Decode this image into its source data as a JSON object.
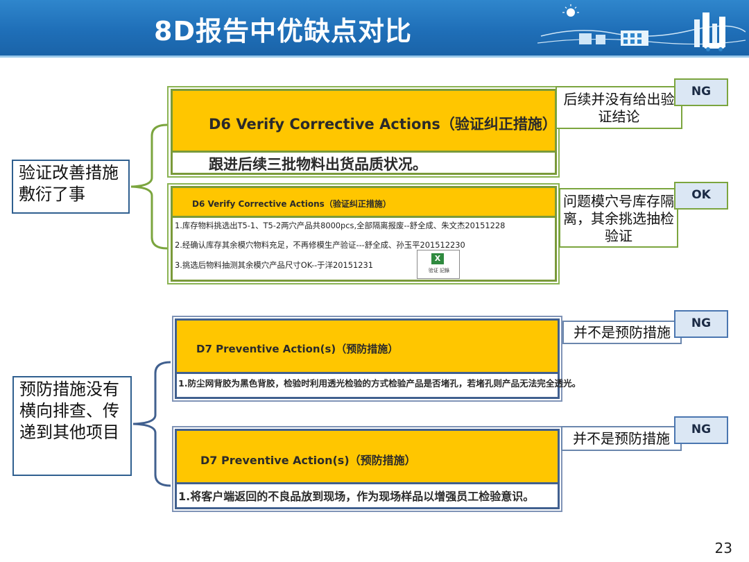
{
  "slide": {
    "title": "8D报告中优缺点对比",
    "page_number": "23"
  },
  "group1": {
    "label": "验证改善措施敷衍了事",
    "report_a": {
      "header": "D6  Verify Corrective Actions（验证纠正措施）",
      "body": "跟进后续三批物料出货品质状况。"
    },
    "report_b": {
      "header": "D6  Verify Corrective Actions（验证纠正措施）",
      "lines": [
        "1.库存物料挑选出T5-1、T5-2两穴产品共8000pcs,全部隔离报废--舒全成、朱文杰20151228",
        "2.经确认库存其余模穴物料充足，不再修模生产验证---舒全成、孙玉平201512230",
        "3.挑选后物料抽测其余模穴产品尺寸OK--于洋20151231"
      ],
      "attachment_caption": "验证 記錄"
    },
    "callout_a": {
      "text": "后续并没有给出验证结论",
      "badge": "NG"
    },
    "callout_b": {
      "text": "问题模穴号库存隔离，其余挑选抽检验证",
      "badge": "OK"
    }
  },
  "group2": {
    "label": "预防措施没有横向排查、传递到其他项目",
    "report_a": {
      "header": "D7  Preventive Action(s)（预防措施）",
      "body": "1.防尘网背胶为黑色背胶，检验时利用透光检验的方式检验产品是否堵孔，若堵孔则产品无法完全透光。"
    },
    "report_b": {
      "header": "D7  Preventive Action(s)（预防措施）",
      "body": "1.将客户端返回的不良品放到现场，作为现场样品以增强员工检验意识。"
    },
    "callout_a": {
      "text": "并不是预防措施",
      "badge": "NG"
    },
    "callout_b": {
      "text": "并不是预防措施",
      "badge": "NG"
    }
  },
  "colors": {
    "header_blue": "#1f6fb8",
    "highlight_yellow": "#ffc600",
    "green_border": "#7ba53e",
    "blue_border": "#41608f"
  }
}
